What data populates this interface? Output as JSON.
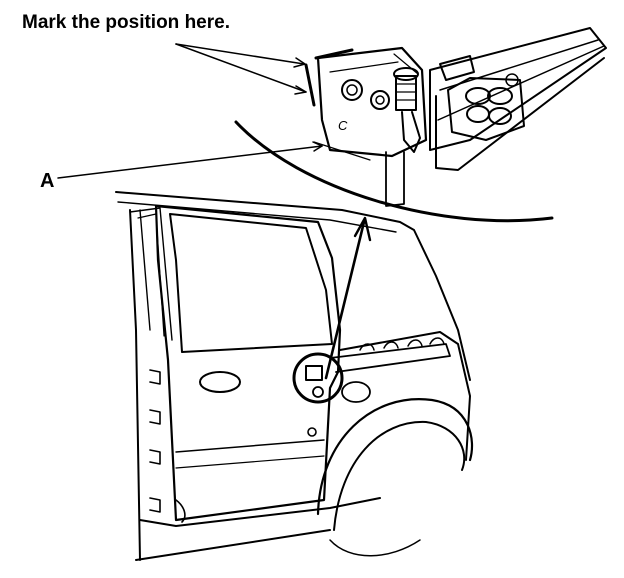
{
  "labels": {
    "mark_position": "Mark the position here.",
    "callout_a": "A"
  },
  "callout_letter": "C",
  "colors": {
    "line": "#000000",
    "background": "#ffffff"
  }
}
